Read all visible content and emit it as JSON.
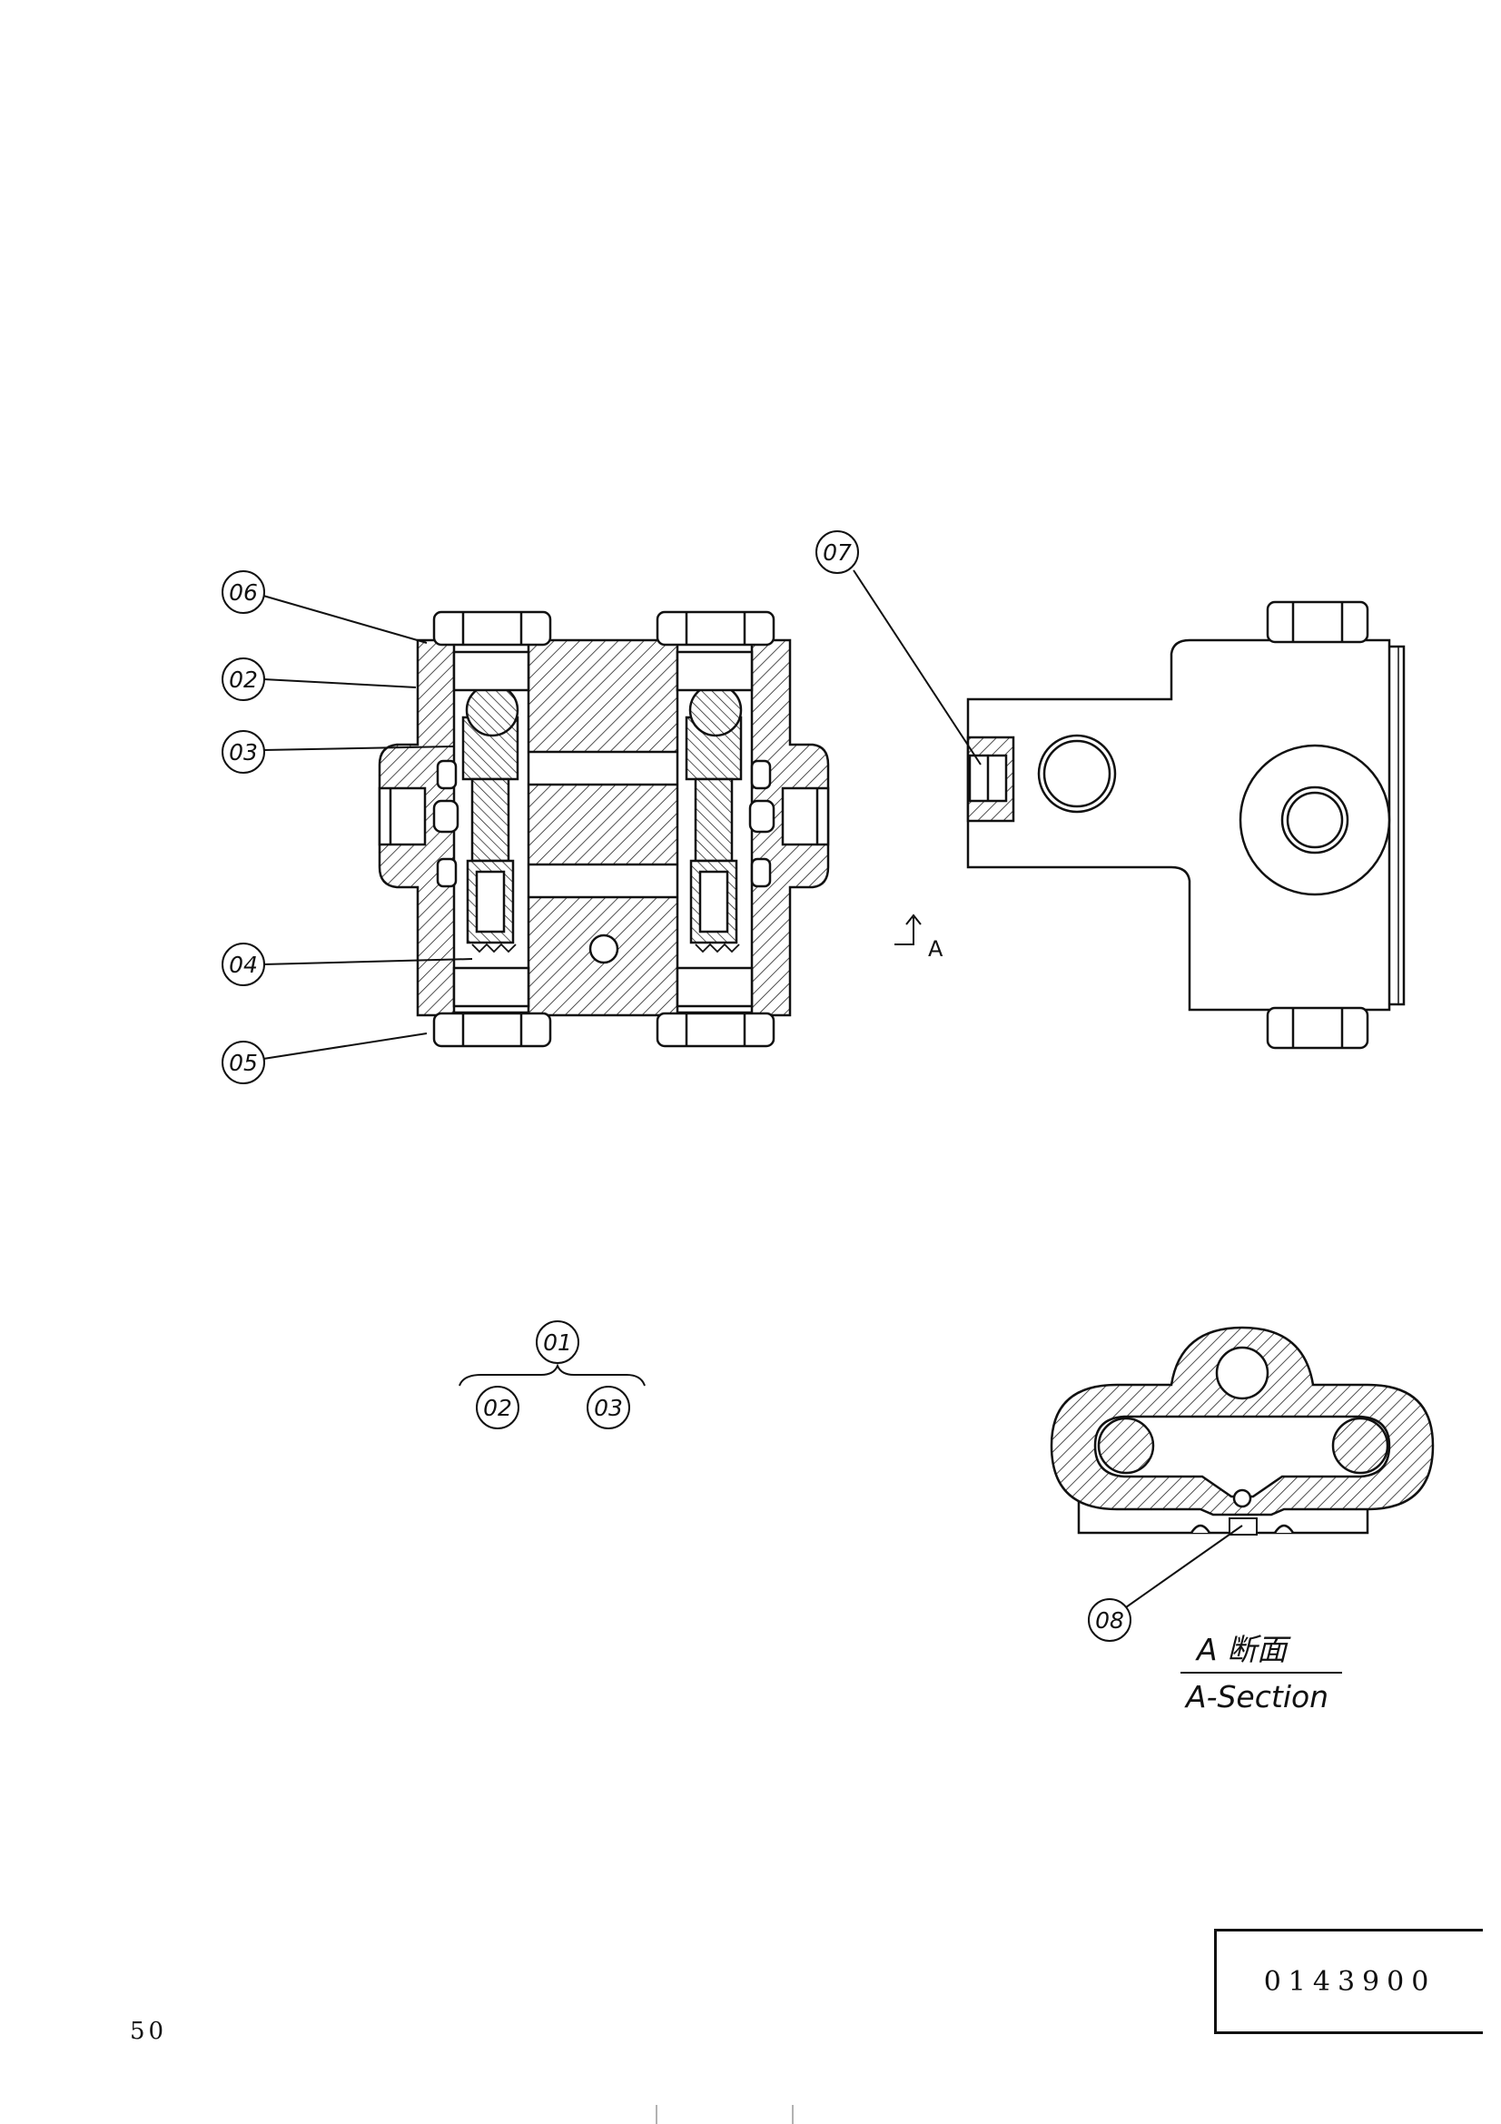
{
  "balloons": {
    "p01": "01",
    "p02": "02",
    "p03": "03",
    "p04": "04",
    "p05": "05",
    "p06": "06",
    "p07": "07",
    "p08": "08"
  },
  "assembly": {
    "parent": "01",
    "child_a": "02",
    "child_b": "03"
  },
  "section_mark": "A",
  "section_title_jp": "A 断面",
  "section_title_en": "A-Section",
  "part_number": "0143900",
  "page_number": "50"
}
